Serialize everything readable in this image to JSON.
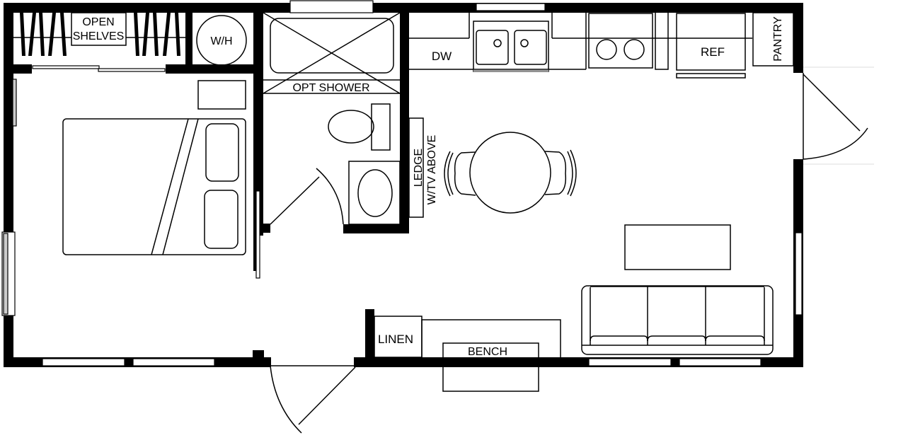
{
  "plan": {
    "labels": {
      "open_shelves_line1": "OPEN",
      "open_shelves_line2": "SHELVES",
      "water_heater": "W/H",
      "opt_shower": "OPT SHOWER",
      "dishwasher": "DW",
      "refrigerator": "REF",
      "pantry": "PANTRY",
      "ledge_line1": "LEDGE",
      "ledge_line2": "W/TV ABOVE",
      "linen": "LINEN",
      "bench": "BENCH"
    },
    "rooms": [
      "bedroom",
      "closet",
      "water-heater-closet",
      "bathroom",
      "kitchen",
      "dining",
      "living"
    ],
    "colors": {
      "wall": "#000000",
      "background": "#ffffff"
    }
  }
}
